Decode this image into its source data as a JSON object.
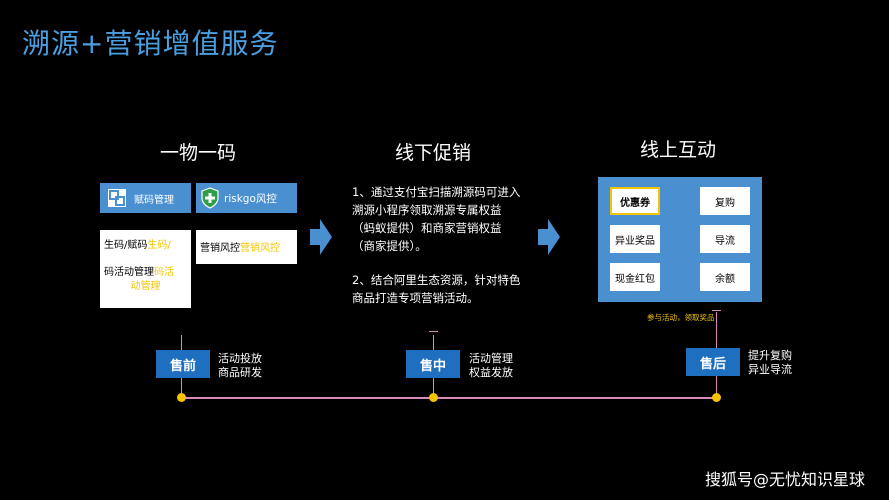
{
  "title": "溯源+营销增值服务",
  "columns": [
    {
      "heading": "一物一码"
    },
    {
      "heading": "线下促销"
    },
    {
      "heading": "线上互动"
    }
  ],
  "card_left": {
    "header": "赋码管理",
    "line1_a": "生码/赋码",
    "line1_b": "生码/",
    "line2_a": "码活动管理",
    "line2_b": "码活",
    "line3": "动管理"
  },
  "card_right": {
    "header": "riskgo风控",
    "line_a": "营销风控",
    "line_b": "营销风控"
  },
  "promo_desc": {
    "p1": "1、通过支付宝扫描溯源码可进入溯源小程序领取溯源专属权益（蚂蚁提供）和商家营销权益（商家提供）。",
    "p2": "2、结合阿里生态资源，针对特色商品打造专项营销活动。"
  },
  "online_buttons": [
    "优惠券",
    "复购",
    "异业奖品",
    "导流",
    "现金红包",
    "余额"
  ],
  "online_note": "参与活动，领取奖品",
  "stages": [
    {
      "label": "售前",
      "desc1": "活动投放",
      "desc2": "商品研发"
    },
    {
      "label": "售中",
      "desc1": "活动管理",
      "desc2": "权益发放"
    },
    {
      "label": "售后",
      "desc1": "提升复购",
      "desc2": "异业导流"
    }
  ],
  "watermark": "搜狐号@无忧知识星球",
  "colors": {
    "accent": "#4a8fd0",
    "title": "#4a9fe0",
    "highlight": "#f5c400",
    "stage": "#1e6fbf",
    "line": "#d98ab8"
  }
}
